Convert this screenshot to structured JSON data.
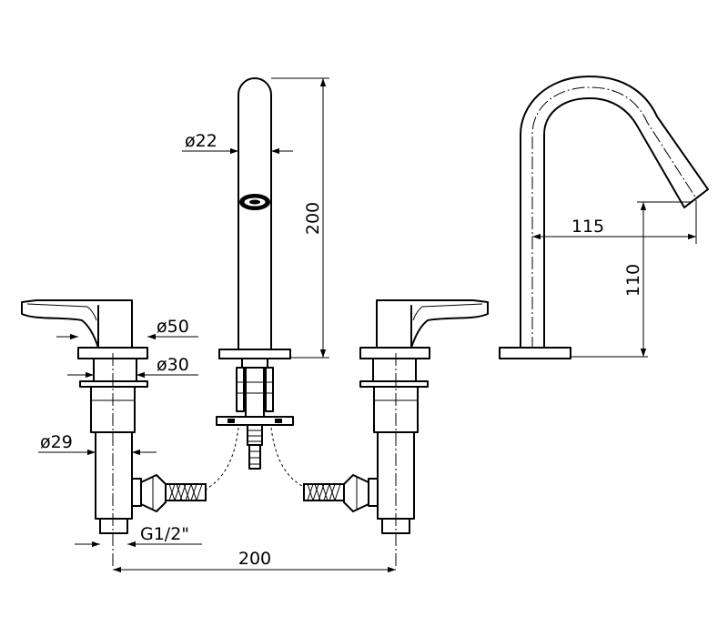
{
  "dimensions": {
    "spout_diameter": "ø22",
    "spout_height": "200",
    "handle_base_diameter": "ø50",
    "handle_stem_diameter": "ø30",
    "body_diameter": "ø29",
    "connection_thread": "G1/2\"",
    "handle_spacing": "200",
    "spout_reach": "115",
    "spout_clearance": "110"
  }
}
